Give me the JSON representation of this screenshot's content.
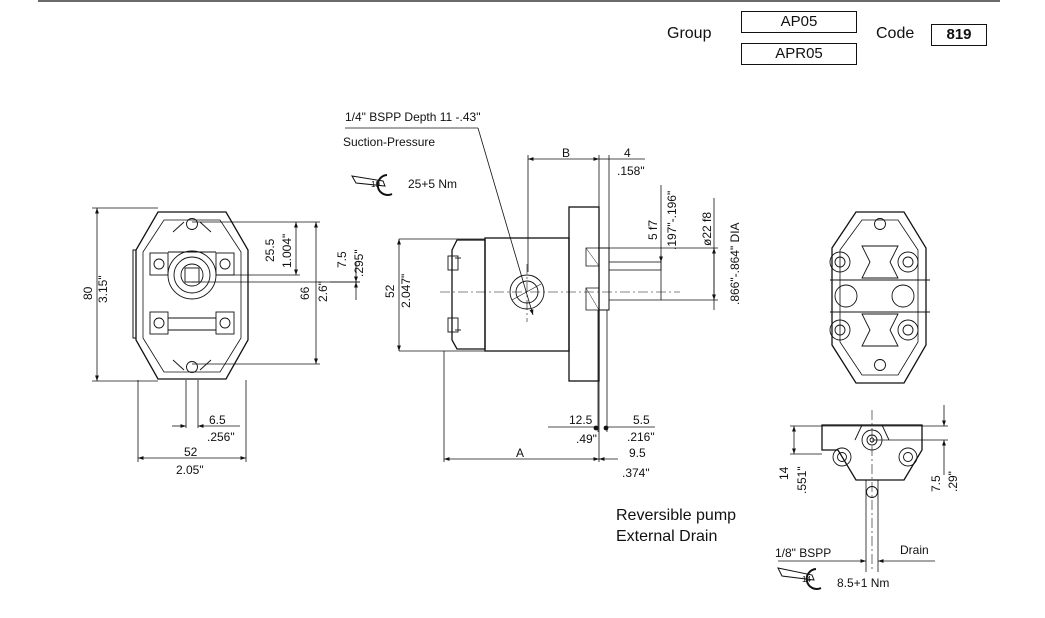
{
  "header": {
    "group_label": "Group",
    "group_values": [
      "AP05",
      "APR05"
    ],
    "code_label": "Code",
    "code_value": "819"
  },
  "notes": {
    "line1": "Reversible pump",
    "line2": "External Drain"
  },
  "front_view": {
    "height_mm": "80",
    "height_in": "3.15\"",
    "top_to_center_mm": "25.5",
    "top_to_center_in": "1.004\"",
    "bolt_span_mm": "66",
    "bolt_span_in": "2.6\"",
    "offset_mm": "7.5",
    "offset_in": ".295\"",
    "slot_mm": "6.5",
    "slot_in": ".256\"",
    "width_mm": "52",
    "width_in": "2.05\""
  },
  "side_view": {
    "port_label": "1/4\" BSPP Depth  11 -.43\"",
    "port_function": "Suction-Pressure",
    "port_torque_key": "19",
    "port_torque": "25+5 Nm",
    "dim_b": "B",
    "flange_mm": "4",
    "flange_in": ".158\"",
    "height_mm": "52",
    "height_in": "2.047\"",
    "spigot_depth_mm": "5 f7",
    "spigot_depth_in": ".197\"-.196\"",
    "spigot_dia_mm": "ø22 f8",
    "spigot_dia_in": ".866\"-.864\" DIA",
    "dim_a": "A",
    "shaft1_mm": "12.5",
    "shaft1_in": ".49\"",
    "shaft2_mm": "5.5",
    "shaft2_in": ".216\"",
    "shaft3_mm": "9.5",
    "shaft3_in": ".374\""
  },
  "drain_view": {
    "height_mm": "14",
    "height_in": ".551\"",
    "offset_mm": "7.5",
    "offset_in": ".29\"",
    "thread": "1/8\" BSPP",
    "drain_label": "Drain",
    "torque_key": "14",
    "torque": "8.5+1 Nm"
  }
}
